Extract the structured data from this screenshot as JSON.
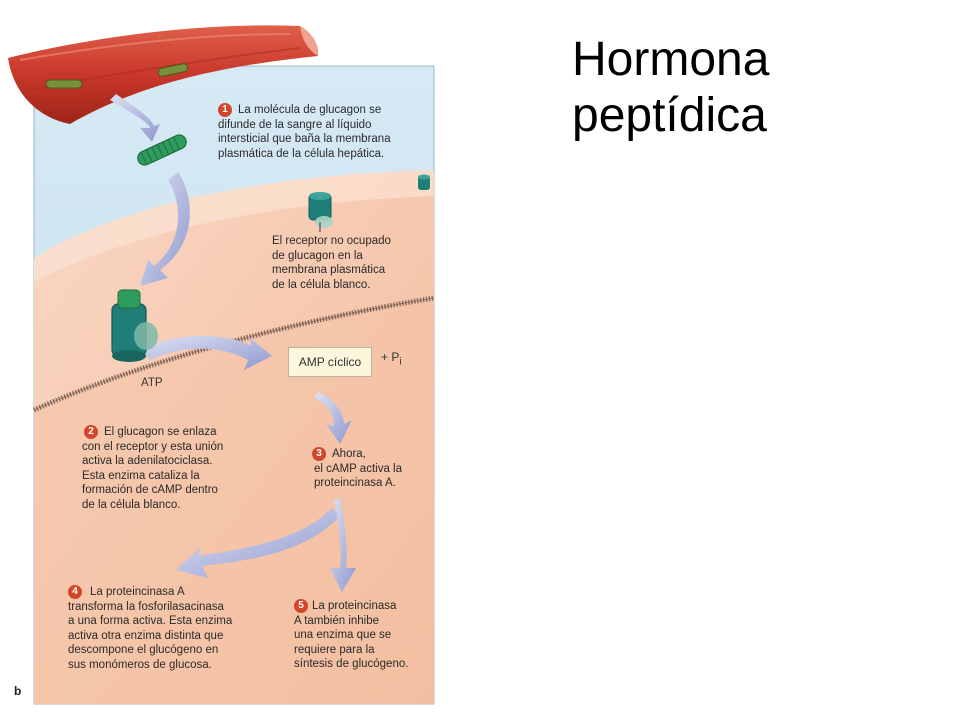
{
  "slide": {
    "title_line1": "Hormona",
    "title_line2": "peptídica"
  },
  "figure": {
    "panel_letter": "b",
    "steps": [
      {
        "number": "1",
        "lines": [
          "La molécula de glucagon se",
          "difunde de la sangre al líquido",
          "intersticial que baña la membrana",
          "plasmática de la célula hepática."
        ]
      },
      {
        "number": "2",
        "lines": [
          "El glucagon se enlaza",
          "con el receptor y esta unión",
          "activa la adenilatociclasa.",
          "Esta enzima cataliza la",
          "formación de cAMP dentro",
          "de la célula blanco."
        ]
      },
      {
        "number": "3",
        "lines": [
          "Ahora,",
          "el cAMP activa la",
          "proteincinasa A."
        ]
      },
      {
        "number": "4",
        "lines": [
          "La proteincinasa A",
          "transforma la fosforilasacinasa",
          "a una forma activa. Esta enzima",
          "activa otra enzima distinta que",
          "descompone el glucógeno en",
          "sus monómeros de glucosa."
        ]
      },
      {
        "number": "5",
        "lines": [
          "La proteincinasa",
          "A también inhibe",
          "una enzima que se",
          "requiere para la",
          "síntesis de glucógeno."
        ]
      }
    ],
    "receptor_note": [
      "El receptor no ocupado",
      "de glucagon en la",
      "membrana plasmática",
      "de la célula blanco."
    ],
    "amp_label": "AMP cíclico",
    "pi_label": "+ P",
    "pi_subscript": "i",
    "atp_label": "ATP"
  },
  "colors": {
    "interstitial_fluid": "#cfe4f1",
    "cell_cytoplasm": "#f6c9ae",
    "blood_vessel": "#c8372a",
    "receptor": "#1f7f78",
    "arrow": "#9ea7d6",
    "step_badge": "#d2462a"
  }
}
